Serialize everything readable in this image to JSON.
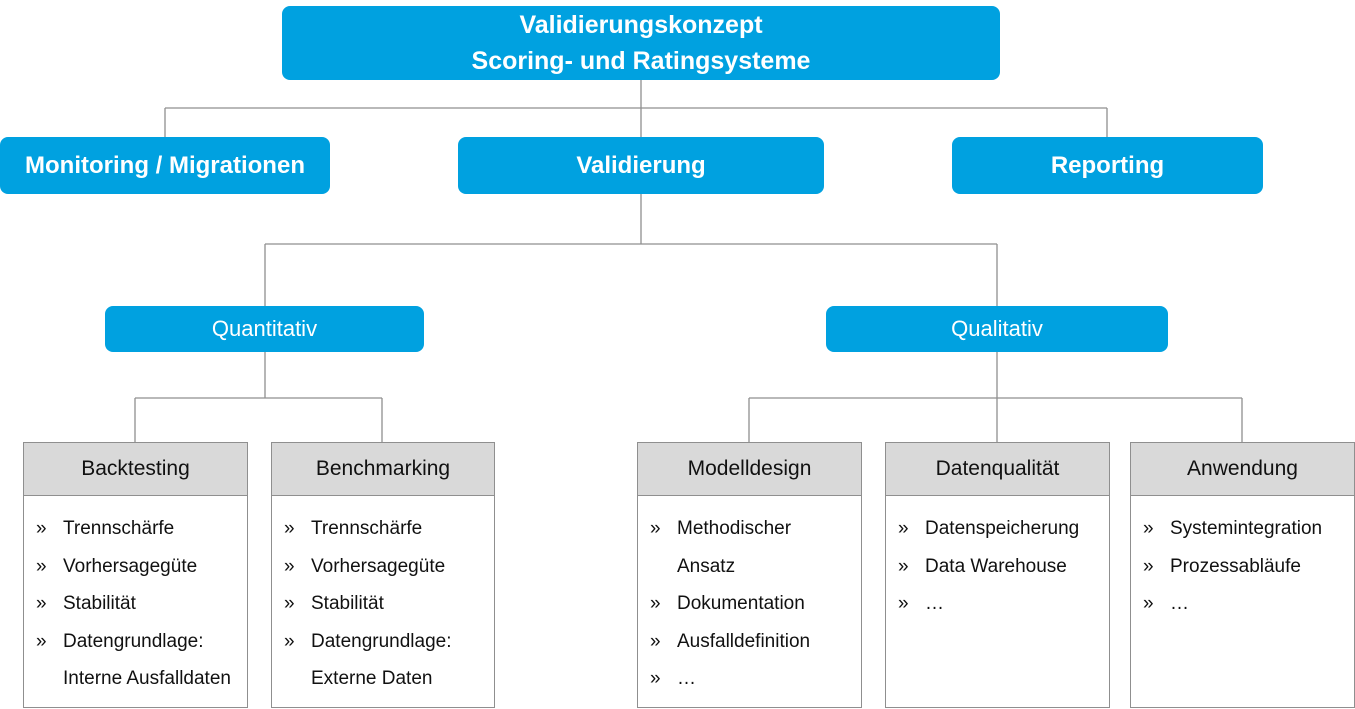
{
  "root": {
    "line1": "Validierungskonzept",
    "line2": "Scoring- und Ratingsysteme"
  },
  "level1": {
    "monitoring": "Monitoring / Migrationen",
    "validierung": "Validierung",
    "reporting": "Reporting"
  },
  "level2": {
    "quantitativ": "Quantitativ",
    "qualitativ": "Qualitativ"
  },
  "bullet_symbol": "»",
  "cards": {
    "backtesting": {
      "title": "Backtesting",
      "items": [
        "Trennschärfe",
        "Vorhersagegüte",
        "Stabilität",
        "Datengrundlage:\nInterne Ausfalldaten"
      ]
    },
    "benchmarking": {
      "title": "Benchmarking",
      "items": [
        "Trennschärfe",
        "Vorhersagegüte",
        "Stabilität",
        "Datengrundlage:\nExterne Daten"
      ]
    },
    "modelldesign": {
      "title": "Modelldesign",
      "items": [
        "Methodischer\nAnsatz",
        "Dokumentation",
        "Ausfalldefinition",
        "…"
      ]
    },
    "datenqualitaet": {
      "title": "Datenqualität",
      "items": [
        "Datenspeicherung",
        "Data Warehouse",
        "…"
      ]
    },
    "anwendung": {
      "title": "Anwendung",
      "items": [
        "Systemintegration",
        "Prozessabläufe",
        "…"
      ]
    }
  },
  "colors": {
    "accent": "#00a1e0",
    "card_header": "#d9d9d9",
    "connector": "#8f8f8f"
  }
}
